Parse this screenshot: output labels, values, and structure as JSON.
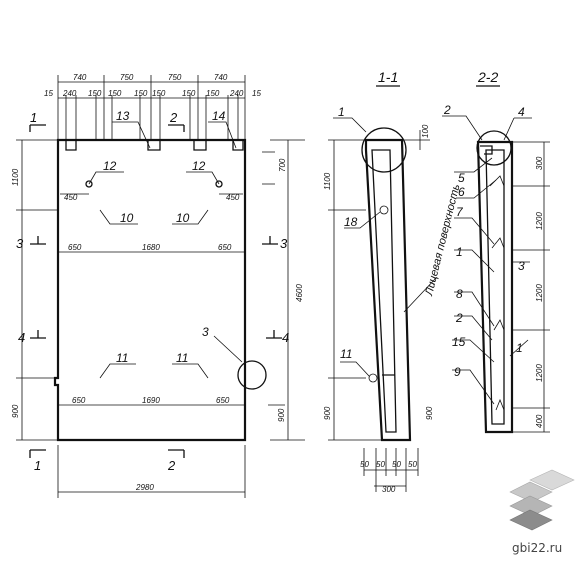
{
  "section_titles": {
    "s11": "1-1",
    "s22": "2-2"
  },
  "top_dims": [
    "740",
    "750",
    "750",
    "740"
  ],
  "sub_dims": [
    "15",
    "240",
    "150",
    "150",
    "150",
    "150",
    "150",
    "150",
    "240",
    "15"
  ],
  "left_dims": [
    "1100",
    "900"
  ],
  "right_dims": [
    "700",
    "4600"
  ],
  "bottom_dim": "2980",
  "hole_dims": [
    "650",
    "1680",
    "650"
  ],
  "bottom_hole_dims": [
    "650",
    "1690",
    "650"
  ],
  "hole_offset": [
    "450",
    "450"
  ],
  "section_markers": {
    "one": "1",
    "two": "2",
    "three": "3",
    "four": "4"
  },
  "callouts": {
    "c13": "13",
    "c14": "14",
    "c12": "12",
    "c10": "10",
    "c11": "11",
    "c3": "3",
    "s1_1": "1",
    "s1_18": "18",
    "s1_11": "11",
    "s2_2": "2",
    "s2_4": "4",
    "s2_5": "5",
    "s2_6": "6",
    "s2_7": "7",
    "s2_1": "1",
    "s2_3": "3",
    "s2_8": "8",
    "s2_2b": "2",
    "s2_15": "15",
    "s2_1b": "1",
    "s2_9": "9"
  },
  "section1_texts": {
    "top_dim": "100",
    "left_dims": [
      "1100",
      "900"
    ],
    "note": "Лицевая поверхность"
  },
  "section2_dims": [
    "300",
    "1200",
    "1200",
    "1200",
    "400"
  ],
  "bottom_section_dims": [
    "50",
    "50",
    "50",
    "50",
    "300"
  ],
  "site_label": "gbi22.ru",
  "colors": {
    "line": "#111111",
    "logo_light": "#d9d9d9",
    "logo_mid": "#b5b5b5",
    "logo_dark": "#8c8c8c"
  }
}
